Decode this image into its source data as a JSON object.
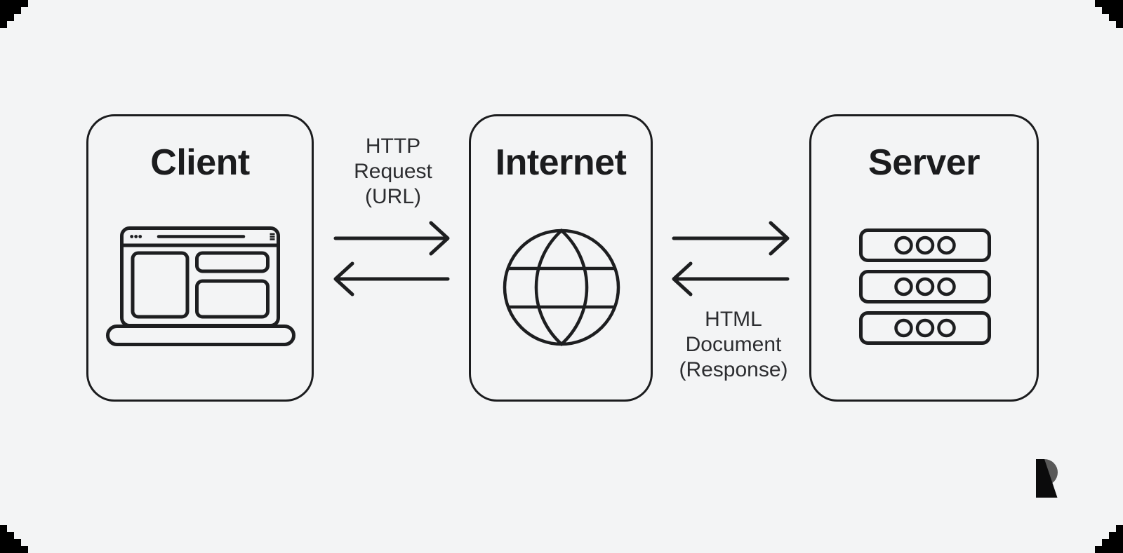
{
  "canvas": {
    "outer_background": "#000000",
    "background": "#f3f4f5",
    "ink": "#1d1e20"
  },
  "nodes": [
    {
      "id": "client",
      "label": "Client",
      "icon": "laptop-browser-icon"
    },
    {
      "id": "internet",
      "label": "Internet",
      "icon": "globe-icon"
    },
    {
      "id": "server",
      "label": "Server",
      "icon": "server-stack-icon"
    }
  ],
  "flows": [
    {
      "id": "request",
      "label": "HTTP\nRequest\n(URL)",
      "from": "Client",
      "to": "Internet",
      "arrows": [
        "right",
        "left"
      ]
    },
    {
      "id": "response",
      "label": "HTML\nDocument\n(Response)",
      "from": "Internet",
      "to": "Server",
      "arrows": [
        "right",
        "left"
      ]
    }
  ],
  "logo": {
    "name": "r-mark",
    "primary_color": "#0b0b0c",
    "accent_color": "#595959"
  }
}
